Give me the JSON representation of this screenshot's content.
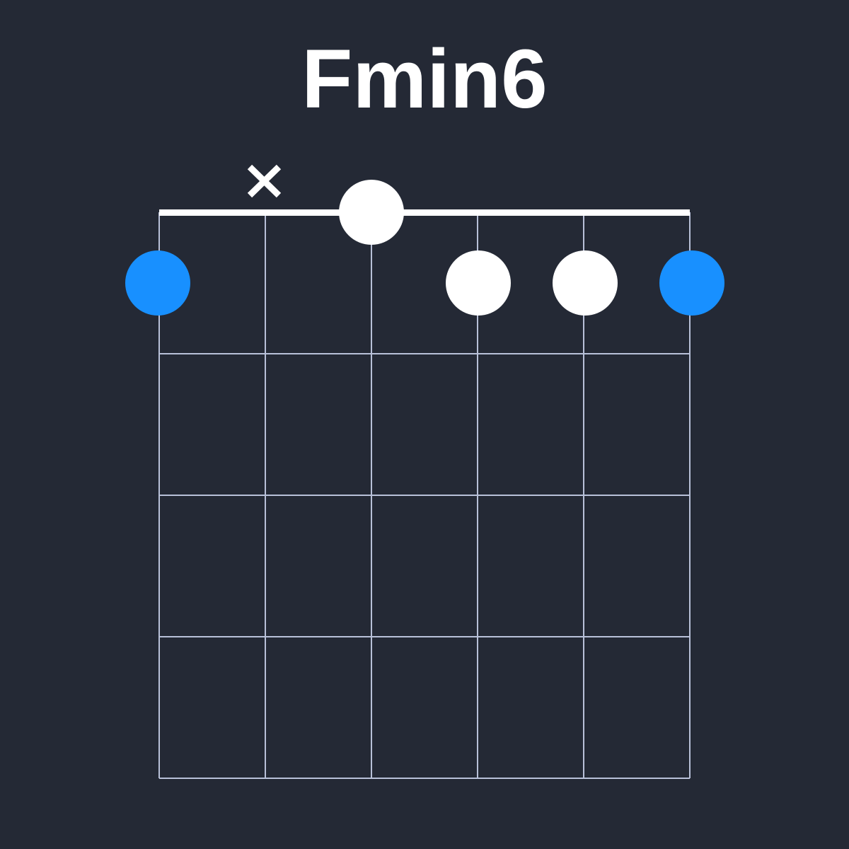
{
  "chord": {
    "name": "Fmin6",
    "strings": 6,
    "frets_shown": 4,
    "muted_strings": [
      2
    ],
    "open_strings": [
      3
    ],
    "fretted": [
      {
        "string": 1,
        "fret": 1,
        "color": "#1890ff",
        "role": "root"
      },
      {
        "string": 4,
        "fret": 1,
        "color": "#ffffff",
        "role": "note"
      },
      {
        "string": 5,
        "fret": 1,
        "color": "#ffffff",
        "role": "note"
      },
      {
        "string": 6,
        "fret": 1,
        "color": "#1890ff",
        "role": "root"
      }
    ]
  },
  "colors": {
    "background": "#242935",
    "grid": "#b8c0d8",
    "nut": "#ffffff",
    "root": "#1890ff",
    "note": "#ffffff",
    "muted": "#ffffff"
  }
}
